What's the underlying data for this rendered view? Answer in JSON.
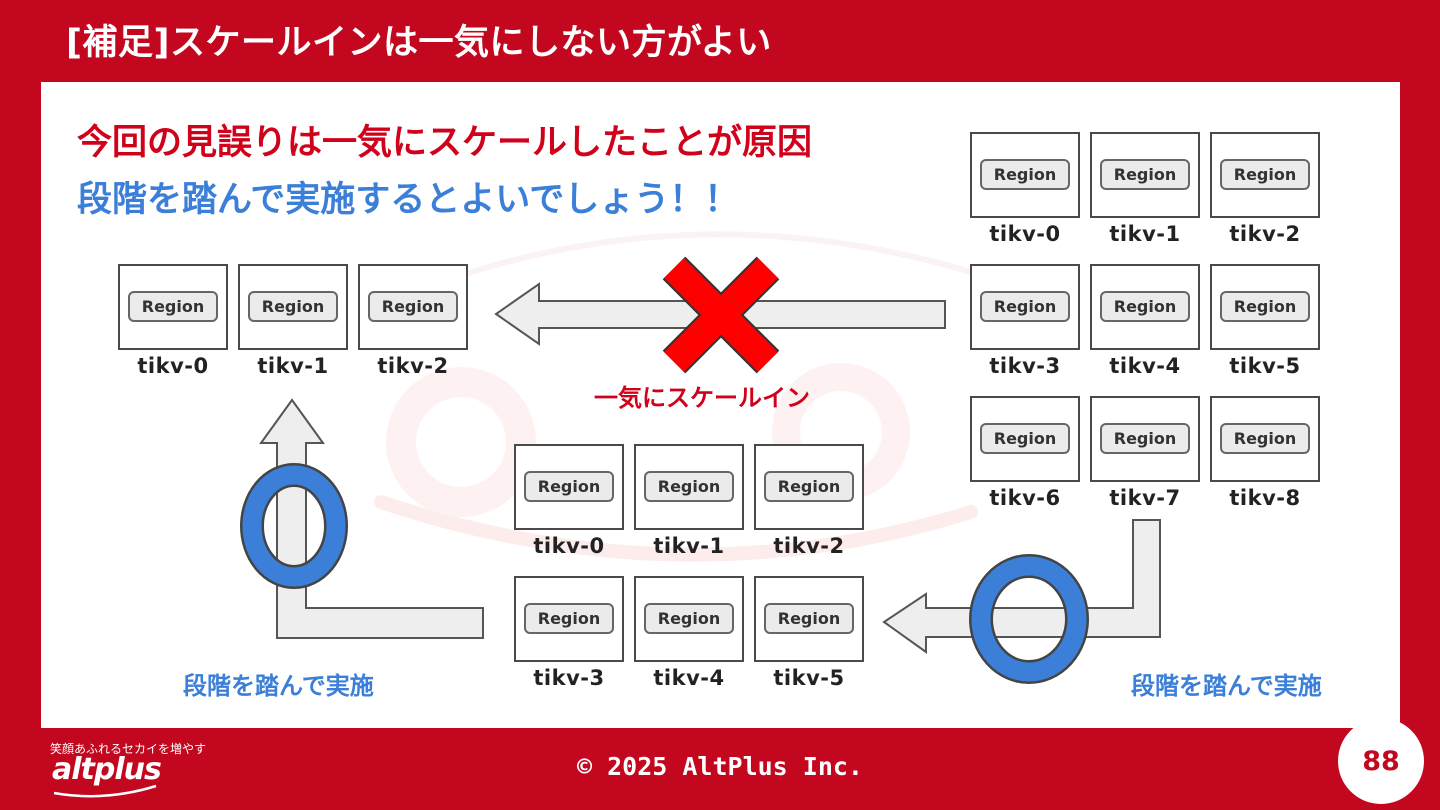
{
  "slide": {
    "title": "[補足]スケールインは一気にしない方がよい",
    "heading_red": "今回の見誤りは一気にスケールしたことが原因",
    "heading_blue": "段階を踏んで実施するとよいでしょう！！"
  },
  "diagram": {
    "region_label": "Region",
    "cluster_large": [
      "tikv-0",
      "tikv-1",
      "tikv-2",
      "tikv-3",
      "tikv-4",
      "tikv-5",
      "tikv-6",
      "tikv-7",
      "tikv-8"
    ],
    "cluster_medium": [
      "tikv-0",
      "tikv-1",
      "tikv-2",
      "tikv-3",
      "tikv-4",
      "tikv-5"
    ],
    "cluster_small": [
      "tikv-0",
      "tikv-1",
      "tikv-2"
    ],
    "caption_bad": "一気にスケールイン",
    "caption_good_left": "段階を踏んで実施",
    "caption_good_right": "段階を踏んで実施"
  },
  "footer": {
    "logo_tagline": "笑顔あふれるセカイを増やす",
    "logo_text": "altplus",
    "copyright": "© 2025 AltPlus Inc.",
    "page_number": "88"
  },
  "colors": {
    "brand_red": "#c2071f",
    "heading_red": "#d0021b",
    "accent_blue": "#3c7fd8",
    "arrow_fill": "#eeeeee",
    "cross_red": "#ff0000"
  }
}
